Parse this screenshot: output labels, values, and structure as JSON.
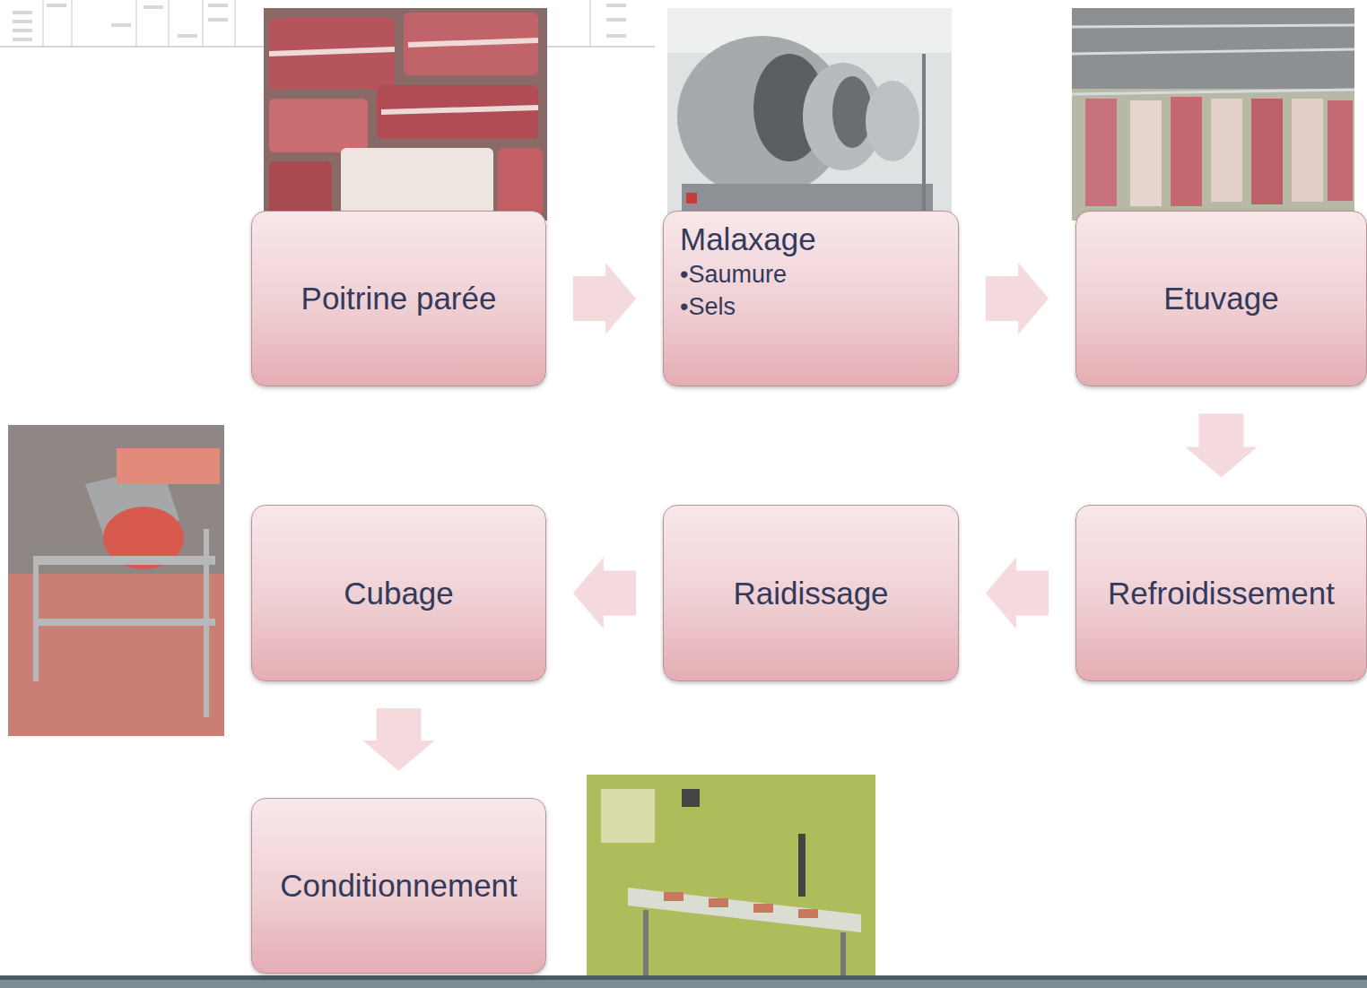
{
  "diagram": {
    "nodes": [
      {
        "text": [
          "Poitrine parée"
        ]
      },
      {
        "text": [
          "Malaxage",
          "•Saumure",
          "•Sels"
        ]
      },
      {
        "text": [
          "Etuvage"
        ]
      },
      {
        "text": [
          "Refroidissement"
        ]
      },
      {
        "text": [
          "Raidissage"
        ]
      },
      {
        "text": [
          "Cubage"
        ]
      },
      {
        "text": [
          "Conditionnement"
        ]
      }
    ],
    "edges": [
      {
        "from": 0,
        "to": 1,
        "arrow": "to"
      },
      {
        "from": 1,
        "to": 2,
        "arrow": "to"
      },
      {
        "from": 2,
        "to": 3,
        "arrow": "to"
      },
      {
        "from": 3,
        "to": 4,
        "arrow": "to"
      },
      {
        "from": 4,
        "to": 5,
        "arrow": "to"
      },
      {
        "from": 5,
        "to": 6,
        "arrow": "to"
      }
    ]
  }
}
